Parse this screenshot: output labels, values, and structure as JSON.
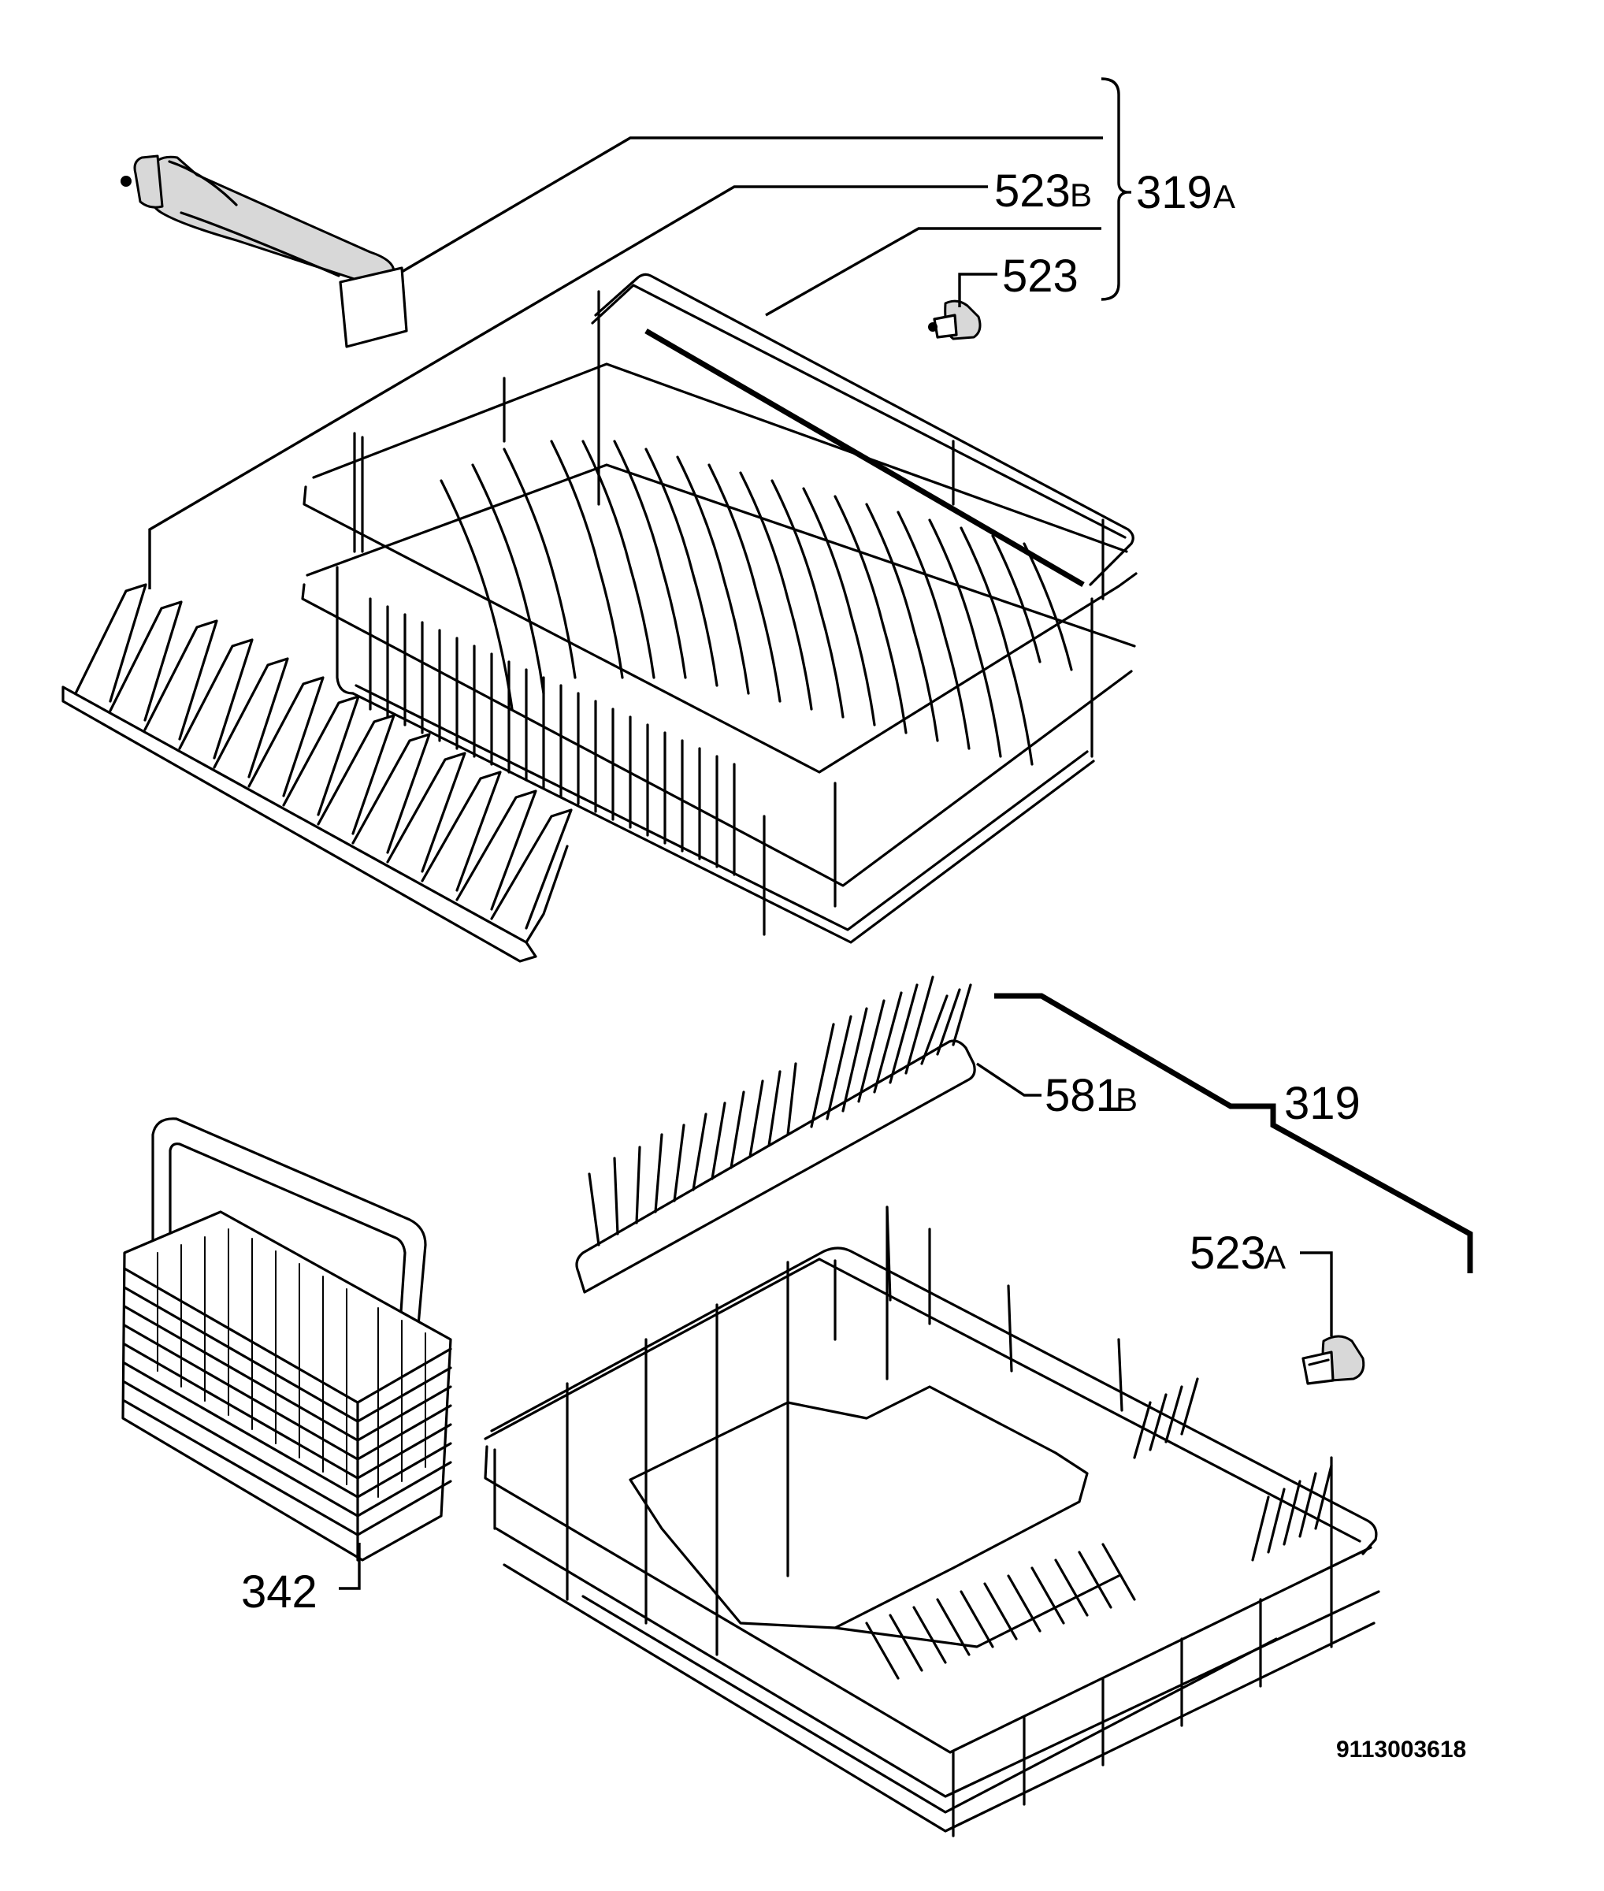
{
  "labels": {
    "kit": "319",
    "kit_suffix": "A",
    "main_lower": "319",
    "hinge_b": "523",
    "hinge_b_suffix": "B",
    "wheel": "523",
    "wheel_a": "523",
    "wheel_a_suffix": "A",
    "tine_rack": "581",
    "tine_rack_suffix": "B",
    "cutlery_basket": "342"
  },
  "drawing_reference": "9113003618",
  "icons": {
    "spray_arm": "spray-arm-icon",
    "wheel": "wheel-icon",
    "upper_basket": "upper-basket-icon",
    "lower_basket": "lower-basket-icon",
    "cutlery_basket": "cutlery-basket-icon",
    "tine_rack": "tine-rack-icon"
  }
}
